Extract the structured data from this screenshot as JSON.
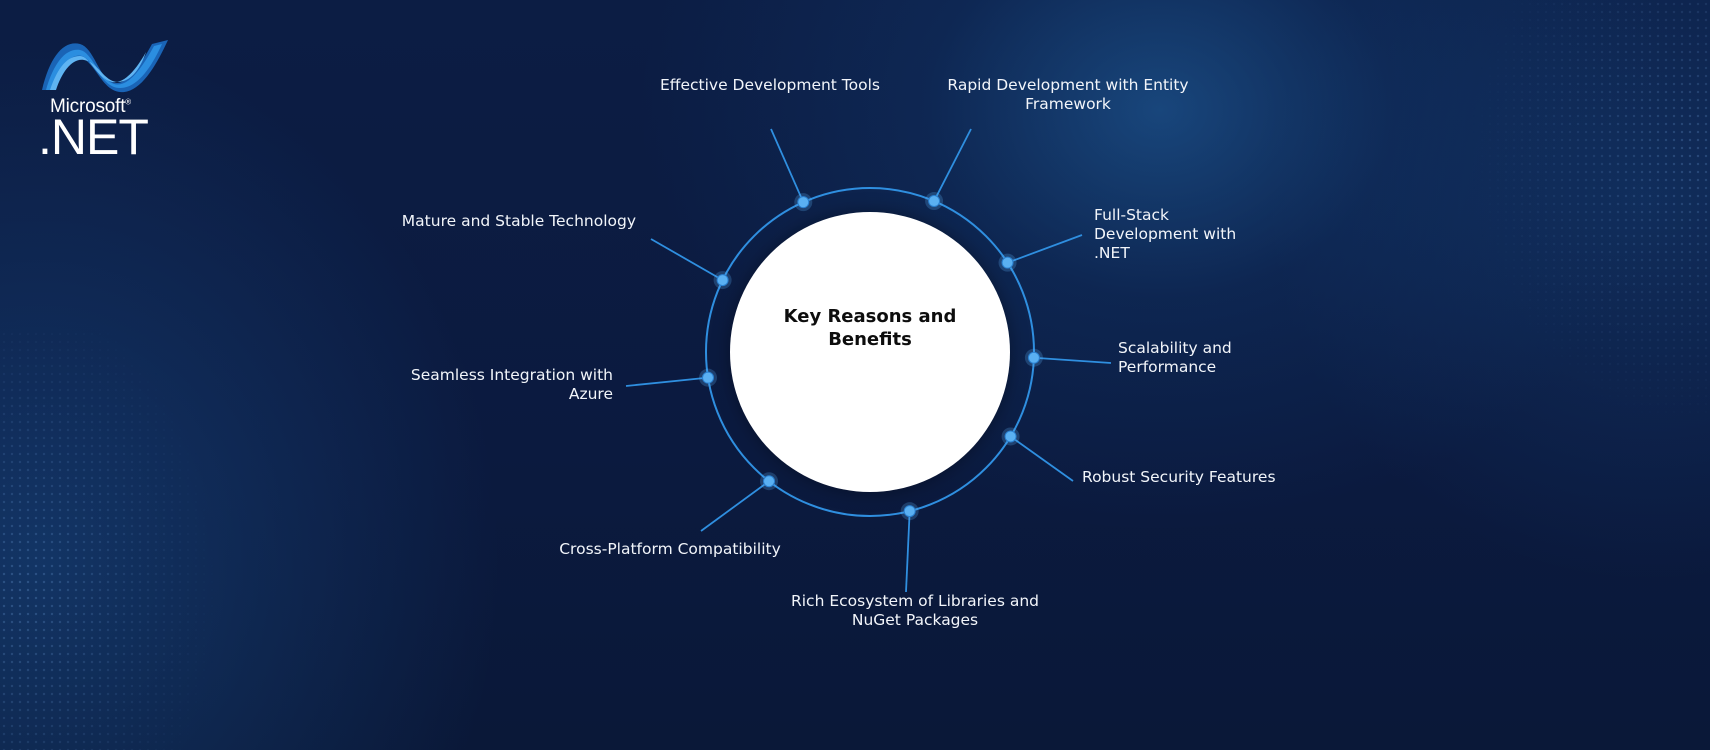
{
  "logo": {
    "brand": "Microsoft",
    "registered": "®",
    "product": ".NET",
    "colors": [
      "#2b8ee0",
      "#5fb4f2",
      "#1a64b6"
    ]
  },
  "diagram": {
    "center_title": "Key Reasons and Benefits",
    "accent_color": "#2f8fe0",
    "node_color": "#5ab0f2",
    "items": [
      {
        "label": "Effective Development Tools",
        "angle": -114
      },
      {
        "label": "Rapid Development with Entity Framework",
        "angle": -67
      },
      {
        "label": "Full-Stack Development with .NET",
        "angle": -33
      },
      {
        "label": "Scalability and Performance",
        "angle": 2
      },
      {
        "label": "Robust Security Features",
        "angle": 31
      },
      {
        "label": "Rich Ecosystem of Libraries and NuGet Packages",
        "angle": 76
      },
      {
        "label": "Cross-Platform Compatibility",
        "angle": 128
      },
      {
        "label": "Seamless Integration with Azure",
        "angle": 171
      },
      {
        "label": "Mature and Stable Technology",
        "angle": -154
      }
    ]
  }
}
